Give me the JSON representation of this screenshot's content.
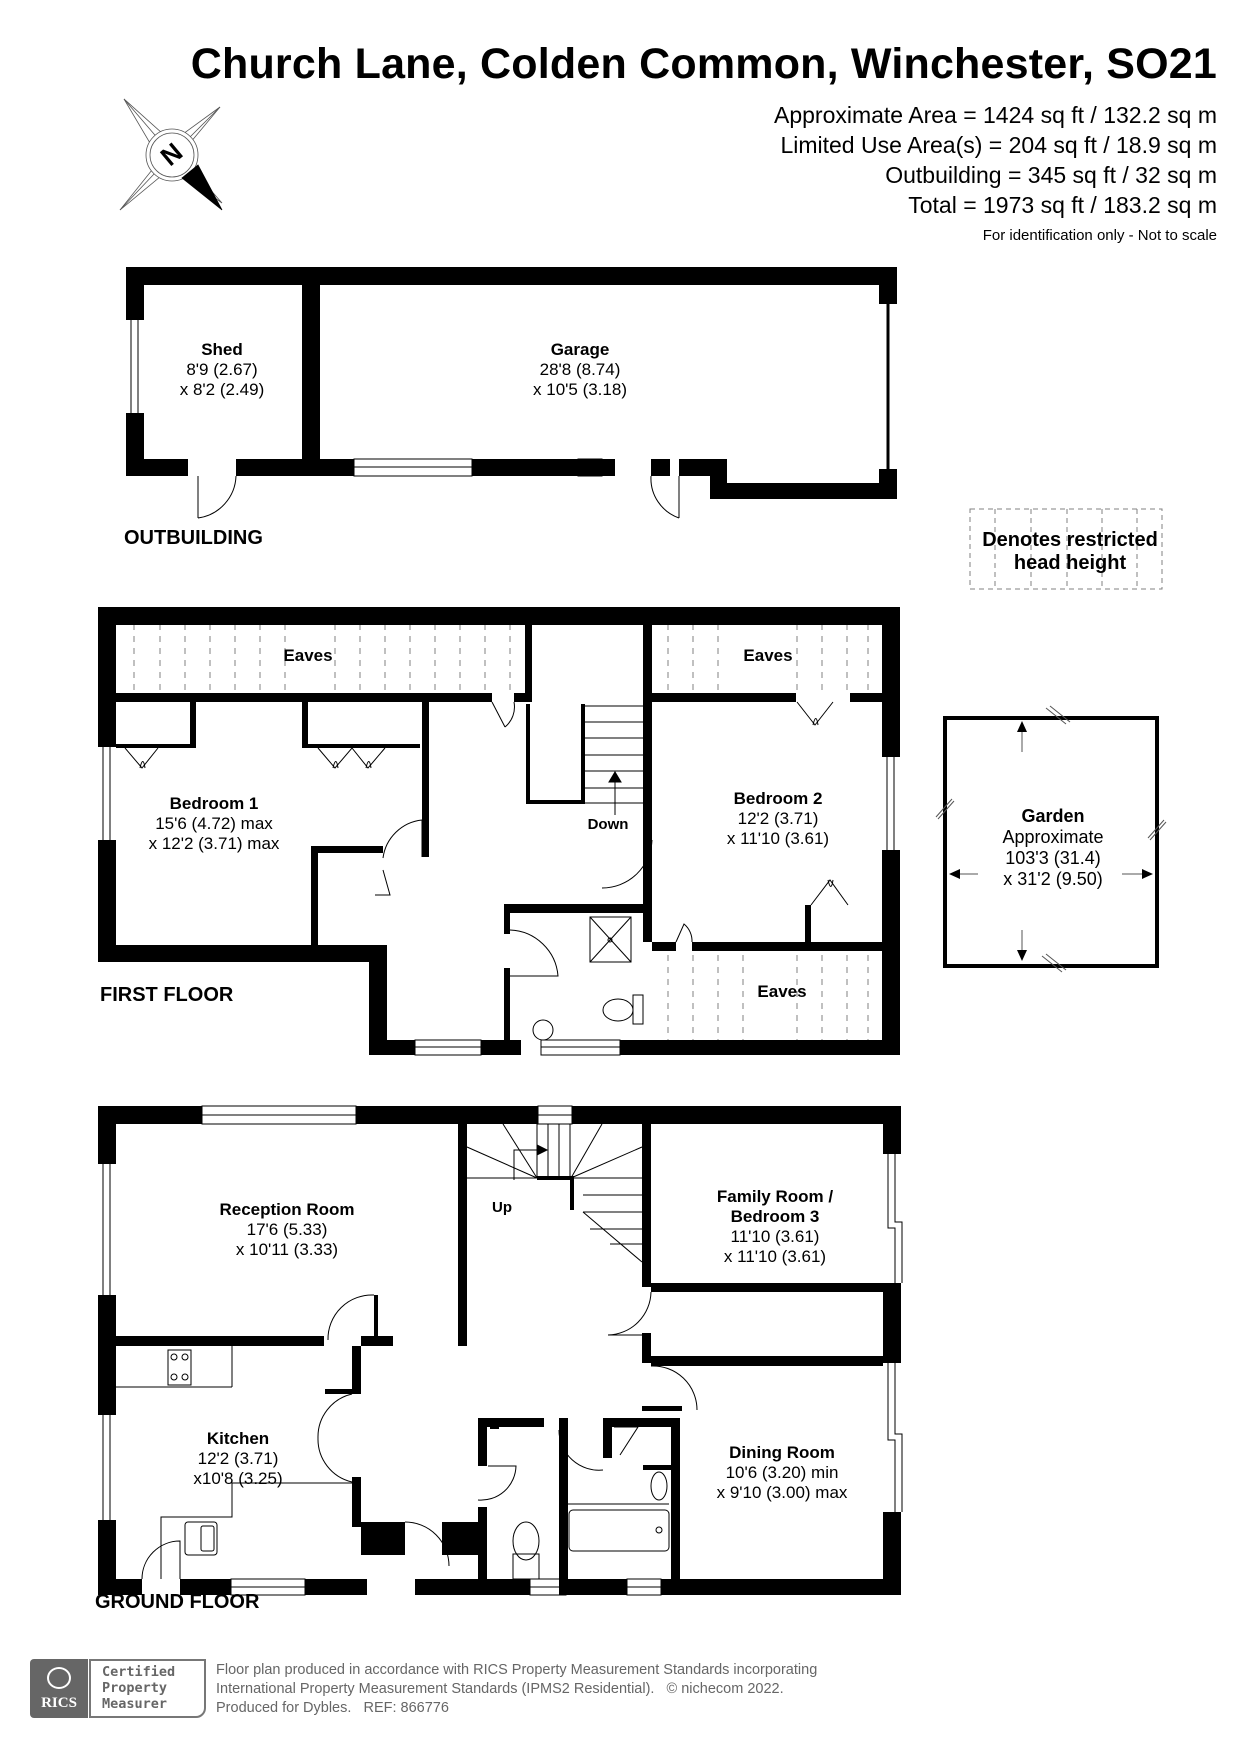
{
  "header": {
    "title": "Church Lane, Colden Common, Winchester, SO21",
    "areas": [
      "Approximate Area = 1424 sq ft / 132.2 sq m",
      "Limited Use Area(s) = 204 sq ft / 18.9 sq m",
      "Outbuilding = 345 sq ft / 32 sq m",
      "Total = 1973 sq ft / 183.2 sq m"
    ],
    "note": "For identification only - Not to scale"
  },
  "compass": {
    "label": "N",
    "icon": "compass-rose-icon"
  },
  "legend": {
    "line1": "Denotes restricted",
    "line2": "head height"
  },
  "outbuilding": {
    "label": "OUTBUILDING",
    "rooms": [
      {
        "name": "Shed",
        "dim1": "8'9 (2.67)",
        "dim2": "x 8'2 (2.49)"
      },
      {
        "name": "Garage",
        "dim1": "28'8 (8.74)",
        "dim2": "x 10'5 (3.18)"
      }
    ]
  },
  "first_floor": {
    "label": "FIRST FLOOR",
    "eaves_label": "Eaves",
    "stairs_label": "Down",
    "rooms": [
      {
        "name": "Bedroom 1",
        "dim1": "15'6 (4.72) max",
        "dim2": "x 12'2 (3.71) max"
      },
      {
        "name": "Bedroom 2",
        "dim1": "12'2 (3.71)",
        "dim2": "x 11'10 (3.61)"
      }
    ]
  },
  "garden": {
    "name": "Garden",
    "line1": "Approximate",
    "dim1": "103'3 (31.4)",
    "dim2": "x 31'2 (9.50)"
  },
  "ground_floor": {
    "label": "GROUND FLOOR",
    "stairs_label": "Up",
    "rooms": [
      {
        "name": "Reception Room",
        "dim1": "17'6 (5.33)",
        "dim2": "x 10'11 (3.33)"
      },
      {
        "name": "Family Room /",
        "name2": "Bedroom 3",
        "dim1": "11'10 (3.61)",
        "dim2": "x 11'10 (3.61)"
      },
      {
        "name": "Kitchen",
        "dim1": "12'2 (3.71)",
        "dim2": "x10'8 (3.25)"
      },
      {
        "name": "Dining Room",
        "dim1": "10'6 (3.20) min",
        "dim2": "x 9'10 (3.00) max"
      }
    ]
  },
  "footer": {
    "badge_org": "RICS",
    "badge_lines": [
      "Certified",
      "Property",
      "Measurer"
    ],
    "lines": [
      "Floor plan produced in accordance with RICS Property Measurement Standards incorporating",
      "International Property Measurement Standards (IPMS2 Residential).   © nichecom 2022.",
      "Produced for Dybles.   REF: 866776"
    ]
  },
  "colors": {
    "wall": "#000000",
    "hatch": "#808080",
    "footer_text": "#666666"
  }
}
